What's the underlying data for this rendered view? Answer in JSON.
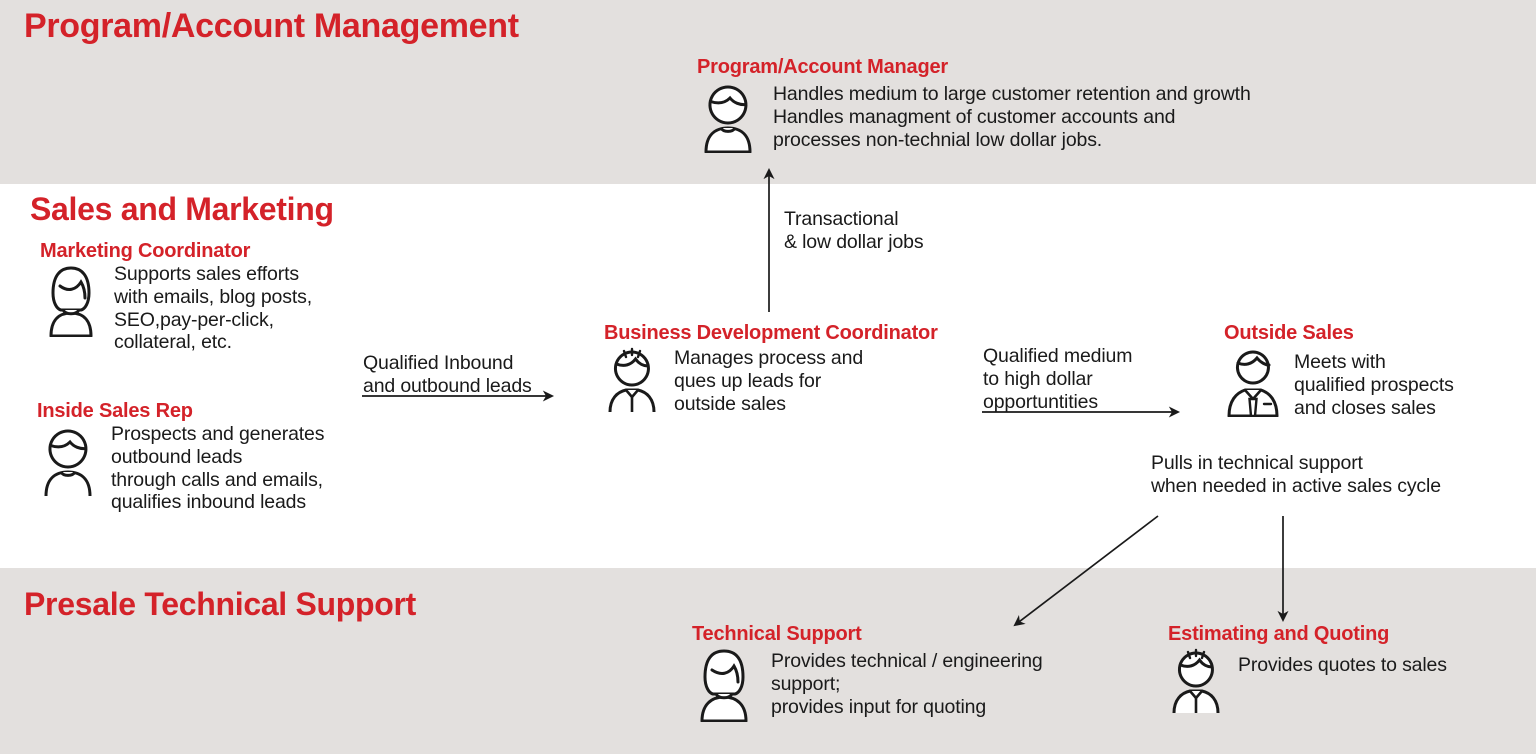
{
  "diagram": {
    "accent_color": "#d42229",
    "band_color": "#e3e0de",
    "page_background": "#ffffff",
    "text_color": "#1a1a1a"
  },
  "sections": {
    "program": {
      "title": "Program/Account Management"
    },
    "sales": {
      "title": "Sales and Marketing"
    },
    "presale": {
      "title": "Presale Technical Support"
    }
  },
  "roles": {
    "program_account_manager": {
      "title": "Program/Account Manager",
      "icon": "person-icon",
      "description": "Handles medium to large customer retention and growth\nHandles managment  of customer accounts and\nprocesses non-technial low dollar jobs."
    },
    "marketing_coordinator": {
      "title": "Marketing Coordinator",
      "icon": "person-female-icon",
      "description": "Supports sales efforts\nwith emails, blog posts,\nSEO,pay-per-click,\ncollateral, etc."
    },
    "inside_sales_rep": {
      "title": "Inside Sales Rep",
      "icon": "person-icon",
      "description": "Prospects and generates\noutbound leads\nthrough calls and emails,\nqualifies inbound leads"
    },
    "business_development_coordinator": {
      "title": "Business Development Coordinator",
      "icon": "person-shirt-icon",
      "description": "Manages process and\nques up leads for\noutside sales"
    },
    "outside_sales": {
      "title": "Outside Sales",
      "icon": "person-suit-tie-icon",
      "description": "Meets with\nqualified prospects\nand closes sales"
    },
    "technical_support": {
      "title": "Technical Support",
      "icon": "person-female-icon",
      "description": "Provides technical / engineering\nsupport;\nprovides input for quoting"
    },
    "estimating_and_quoting": {
      "title": "Estimating and Quoting",
      "icon": "person-shirt-icon",
      "description": "Provides quotes to sales"
    }
  },
  "flows": {
    "inbound_leads": "Qualified Inbound\nand outbound leads",
    "transactional": "Transactional\n& low dollar jobs",
    "qualified_medium_high": "Qualified medium\nto high dollar\nopportuntities",
    "pulls_in_tech_support": "Pulls in technical support\nwhen needed in active sales cycle"
  }
}
